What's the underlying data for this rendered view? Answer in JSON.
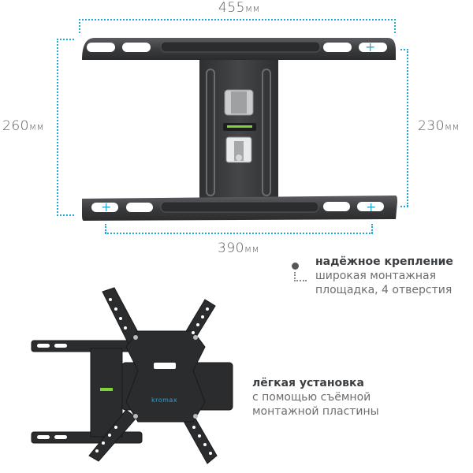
{
  "dimensions": {
    "top_width": {
      "value": "455",
      "unit": "мм"
    },
    "left_height": {
      "value": "260",
      "unit": "мм"
    },
    "right_height": {
      "value": "230",
      "unit": "мм"
    },
    "bottom_width": {
      "value": "390",
      "unit": "мм"
    }
  },
  "features": [
    {
      "title": "надёжное крепление",
      "lines": [
        "широкая монтажная",
        "площадка, 4 отверстия"
      ]
    },
    {
      "title": "лёгкая установка",
      "lines": [
        "с помощью съёмной",
        "монтажной пластины"
      ]
    }
  ],
  "brand": {
    "logo_text": "kromax"
  },
  "colors": {
    "accent": "#22a8d6",
    "metal": "#3a3b3d",
    "text": "#555a5e",
    "level_bubble": "#7fd23a"
  }
}
